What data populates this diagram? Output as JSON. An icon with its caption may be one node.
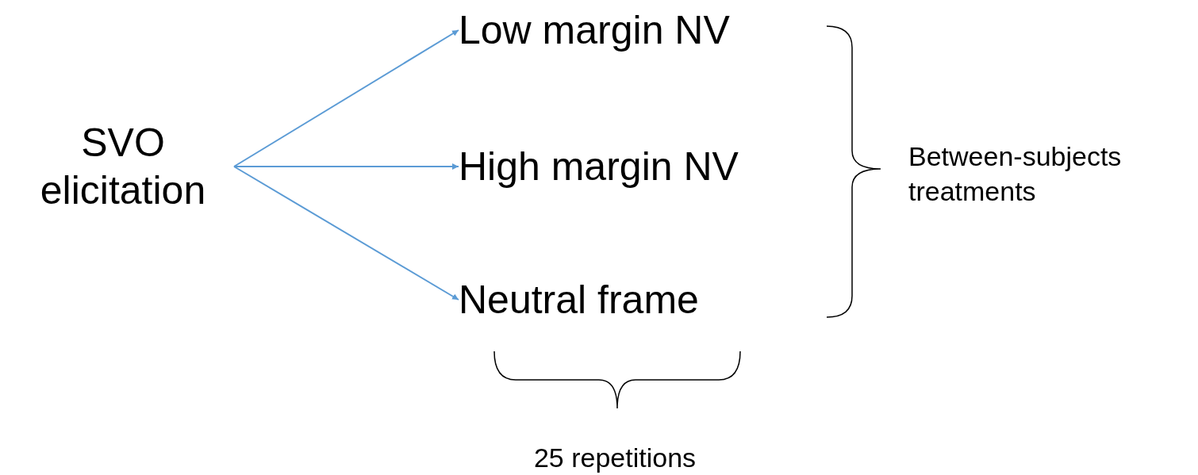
{
  "diagram": {
    "nodes": [
      {
        "text": [
          "SVO elicitation"
        ]
      },
      {
        "text": [
          "Low margin NV"
        ]
      },
      {
        "text": [
          "High margin NV"
        ]
      },
      {
        "text": [
          "Neutral frame"
        ]
      }
    ],
    "edges": [
      {
        "from": 0,
        "to": 1,
        "arrow": "to"
      },
      {
        "from": 0,
        "to": 2,
        "arrow": "to"
      },
      {
        "from": 0,
        "to": 3,
        "arrow": "to"
      }
    ],
    "labels": [
      "Between-subjects treatments",
      "25 repetitions"
    ]
  }
}
